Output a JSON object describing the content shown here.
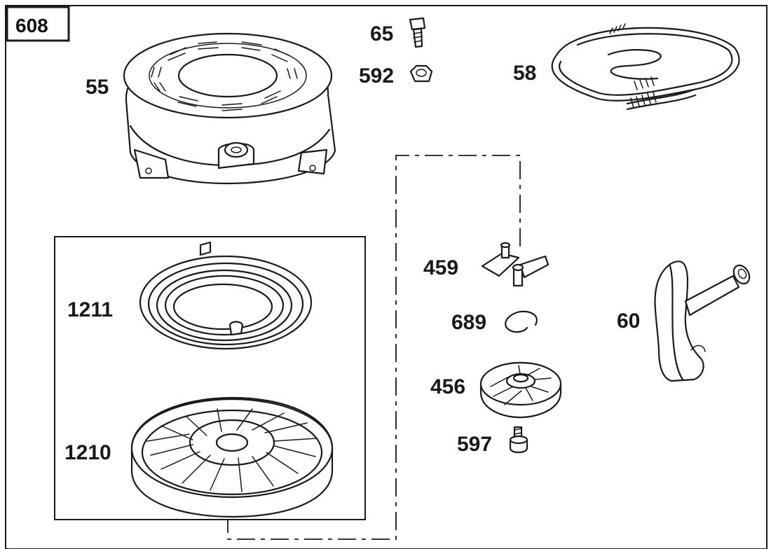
{
  "diagram": {
    "reference_number": "608",
    "parts": {
      "blower_housing": "55",
      "screw": "65",
      "nut": "592",
      "rope": "58",
      "pawl": "459",
      "retainer_ring": "689",
      "retainer": "456",
      "pulley_screw": "597",
      "handle": "60",
      "rewind_spring": "1211",
      "pulley": "1210"
    }
  }
}
